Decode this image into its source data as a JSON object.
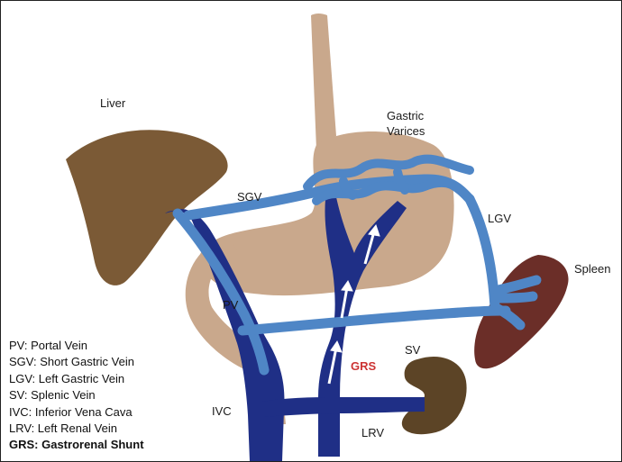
{
  "colors": {
    "organ_tan": "#c9a88c",
    "liver": "#7b5a36",
    "spleen": "#6b2e28",
    "kidney": "#5c4426",
    "ivc": "#1f2f86",
    "portal": "#4f86c6",
    "grs_label": "#cc3333"
  },
  "labels": {
    "liver": "Liver",
    "gastric_varices": [
      "Gastric",
      "Varices"
    ],
    "sgv": "SGV",
    "lgv": "LGV",
    "spleen": "Spleen",
    "pv": "PV",
    "sv": "SV",
    "grs": "GRS",
    "ivc": "IVC",
    "lrv": "LRV"
  },
  "legend": [
    "PV: Portal Vein",
    "SGV: Short Gastric Vein",
    "LGV: Left Gastric Vein",
    "SV: Splenic Vein",
    "IVC: Inferior Vena Cava",
    "LRV: Left Renal Vein",
    "GRS: Gastrorenal Shunt"
  ]
}
